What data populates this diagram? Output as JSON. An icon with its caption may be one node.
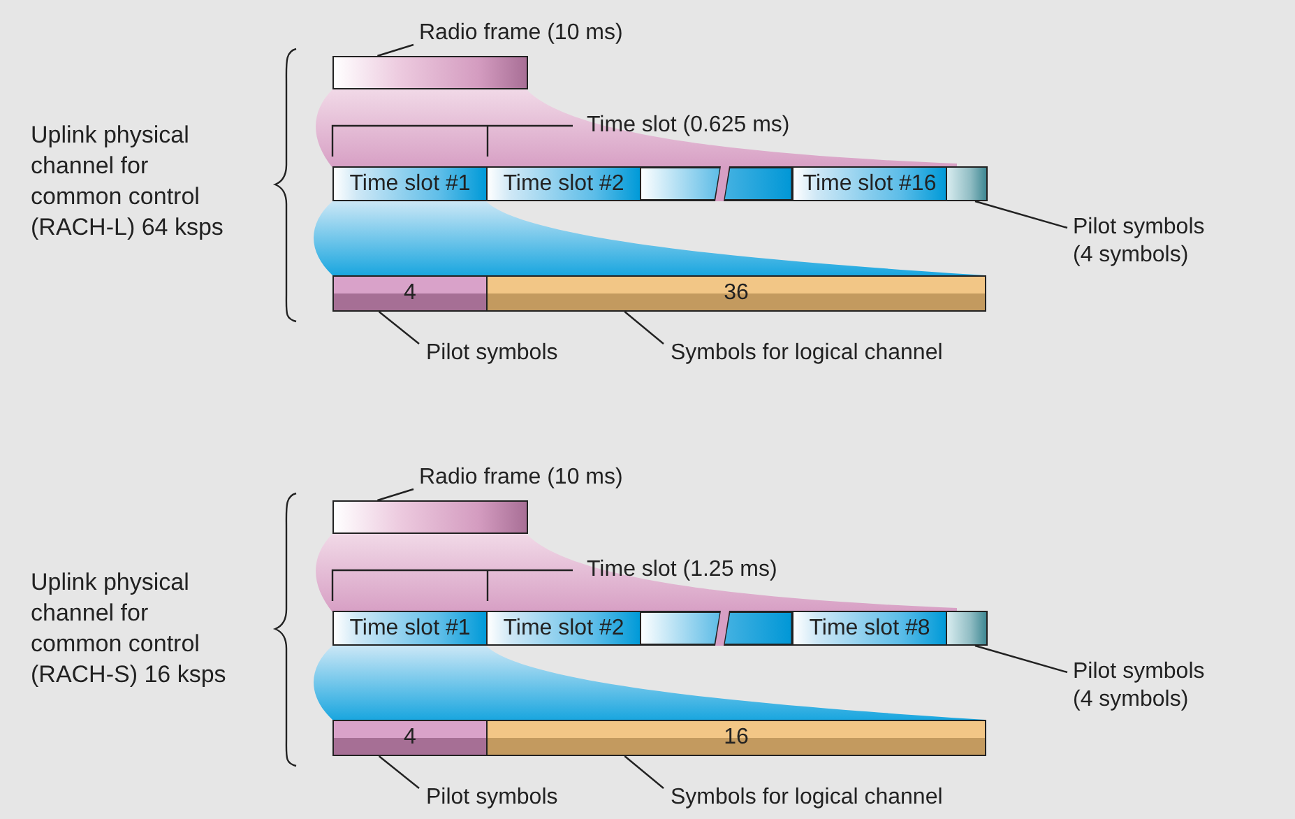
{
  "diagram": {
    "nodes": [
      {
        "text": [
          "Radio frame (10 ms)"
        ]
      },
      {
        "text": [],
        "shape": "bar"
      },
      {
        "text": [
          "Time slot #1"
        ]
      },
      {
        "text": [
          "Time slot #2"
        ]
      },
      {
        "text": [
          "Time slot #16"
        ]
      },
      {
        "text": [],
        "shape": "bar"
      },
      {
        "text": [
          "Pilot symbols (4 symbols)"
        ]
      },
      {
        "text": [
          "4"
        ]
      },
      {
        "text": [
          "36"
        ]
      },
      {
        "text": [
          "Pilot symbols"
        ]
      },
      {
        "text": [
          "Symbols for logical channel"
        ]
      },
      {
        "text": [
          "Radio frame (10 ms)"
        ]
      },
      {
        "text": [],
        "shape": "bar"
      },
      {
        "text": [
          "Time slot #1"
        ]
      },
      {
        "text": [
          "Time slot #2"
        ]
      },
      {
        "text": [
          "Time slot #8"
        ]
      },
      {
        "text": [],
        "shape": "bar"
      },
      {
        "text": [
          "Pilot symbols (4 symbols)"
        ]
      },
      {
        "text": [
          "4"
        ]
      },
      {
        "text": [
          "16"
        ]
      },
      {
        "text": [
          "Pilot symbols"
        ]
      },
      {
        "text": [
          "Symbols for logical channel"
        ]
      }
    ],
    "edges": [
      {
        "from": 0,
        "to": 1,
        "arrow": "none"
      },
      {
        "from": 6,
        "to": 5,
        "arrow": "none"
      },
      {
        "from": 9,
        "to": 7,
        "arrow": "none"
      },
      {
        "from": 10,
        "to": 8,
        "arrow": "none"
      },
      {
        "from": 11,
        "to": 12,
        "arrow": "none"
      },
      {
        "from": 17,
        "to": 16,
        "arrow": "none"
      },
      {
        "from": 20,
        "to": 18,
        "arrow": "none"
      },
      {
        "from": 21,
        "to": 19,
        "arrow": "none"
      }
    ],
    "labels": [
      "Uplink physical channel for common control (RACH-L) 64 ksps",
      "Time slot (0.625 ms)",
      "Uplink physical channel for common control (RACH-S) 16 ksps",
      "Time slot (1.25 ms)"
    ]
  }
}
